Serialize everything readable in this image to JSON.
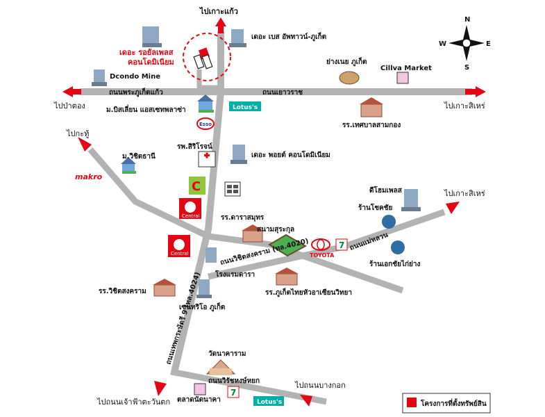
{
  "project": {
    "name_line1": "เดอะ รอยัลเพลส",
    "name_line2": "คอนโดมิเนียม"
  },
  "directions": {
    "north": "ไปเกาะแก้ว",
    "west": "ไปป่าตอง",
    "east": "ไปเกาะสิเหร่",
    "northwest": "ไปกะทู้",
    "east2": "ไปเกาะสิเหร่",
    "southwest": "ไปถนนเจ้าฟ้าตะวันตก",
    "southeast": "ไปถนนบางกอก"
  },
  "roads": {
    "phuket_kaew": "ถนนพระภูเก็ตแก้ว",
    "yaowarat": "ถนนเยาวราช",
    "vichit_songkram": "ถนนวิชิตสงคราม (ทล.4020)",
    "thepkrasattri": "ถนนเทพกระษัตรี 9 (ทล.4024)",
    "mae_luan": "ถนนแม่หลวน",
    "wirat_hongyok": "ถนนวิรัชหงษ์หยก"
  },
  "places": {
    "the_base": "เดอะ เบส อัพทาวน์-ภูเก็ต",
    "dcondo": "Dcondo Mine",
    "yang_noei": "ย่างเนย ภูเก็ต",
    "cillva": "Cillva Market",
    "bisalee": "ม.บิสเลี่ยน แอสเซทพลาซ่า",
    "lotus1": "Lotus's",
    "esso": "Esso",
    "tessaban": "รร.เทศบาลสามกอง",
    "vichit_thani": "ม.วิชิตธานี",
    "hospital": "รพ.สิริโรจน์",
    "the_point": "เดอะ พอยต์ คอนโดมิเนียม",
    "makro": "makro",
    "big_c": "Big C",
    "d_home": "ดีโฮมเพลส",
    "rot_chok_chai": "ร้านโชคชัย",
    "dara_samut": "รร.ดาราสมุทร",
    "stadium": "สนามสุระกุล",
    "toyota": "TOYOTA",
    "central": "Central",
    "hotel_dara": "โรงแรมดารา",
    "ek_chai": "ร้านเอกชัยไก่ย่าง",
    "vichit_songkram_school": "รร.วิชิตสงคราม",
    "thai_hua": "รร.ภูเก็ตไทยหัวอาเซียนวิทยา",
    "centrio": "เซนทริโอ ภูเก็ต",
    "wat_na_kharam": "วัดนาคาราม",
    "talad_naka": "ตลาดนัดนาคา",
    "lotus2": "Lotus's",
    "seven": "7"
  },
  "compass": {
    "n": "N",
    "s": "S",
    "e": "E",
    "w": "W"
  },
  "legend": {
    "label": "โครงการที่ตั้งทรัพย์สิน"
  },
  "colors": {
    "road": "#b3b3b3",
    "arrow": "#e30613",
    "project_text": "#e30613"
  }
}
